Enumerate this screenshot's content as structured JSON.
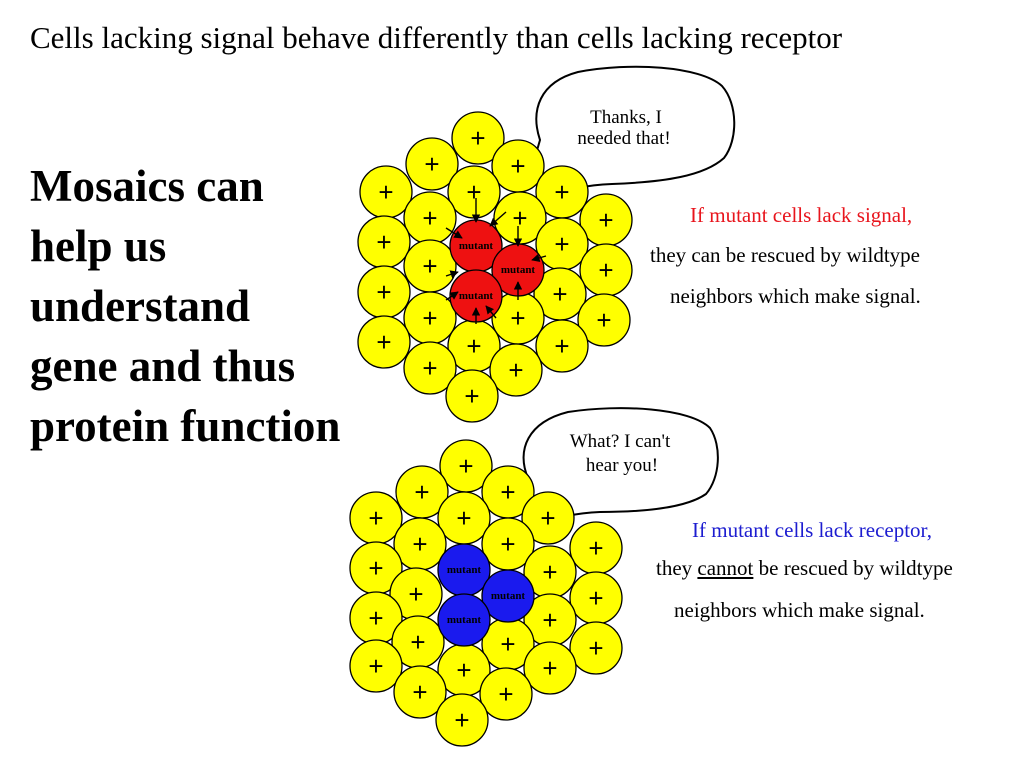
{
  "slide": {
    "title": "Cells lacking signal behave differently than cells lacking receptor",
    "heading": [
      "Mosaics can",
      "help us",
      "understand",
      "gene and thus",
      "protein function"
    ]
  },
  "colors": {
    "wildtype": "#ffff00",
    "signal_mutant": "#ee1111",
    "receptor_mutant": "#1a1aee",
    "caption_red": "#e8141c",
    "caption_blue": "#1c1cd0"
  },
  "top_diagram": {
    "speech": [
      "Thanks, I",
      "needed that!"
    ],
    "wildtype_mark": "+",
    "mutant_label": "mutant",
    "caption": {
      "line1": "If mutant cells lack signal,",
      "line2": "they can be rescued by wildtype",
      "line3": "neighbors which make signal."
    }
  },
  "bottom_diagram": {
    "speech": [
      "What?  I can't",
      "hear you!"
    ],
    "wildtype_mark": "+",
    "mutant_label": "mutant",
    "caption": {
      "line1": "If mutant cells lack receptor,",
      "line2_before": "they ",
      "line2_emphasis": "cannot",
      "line2_after": " be rescued by wildtype",
      "line3": "neighbors which make signal."
    }
  }
}
